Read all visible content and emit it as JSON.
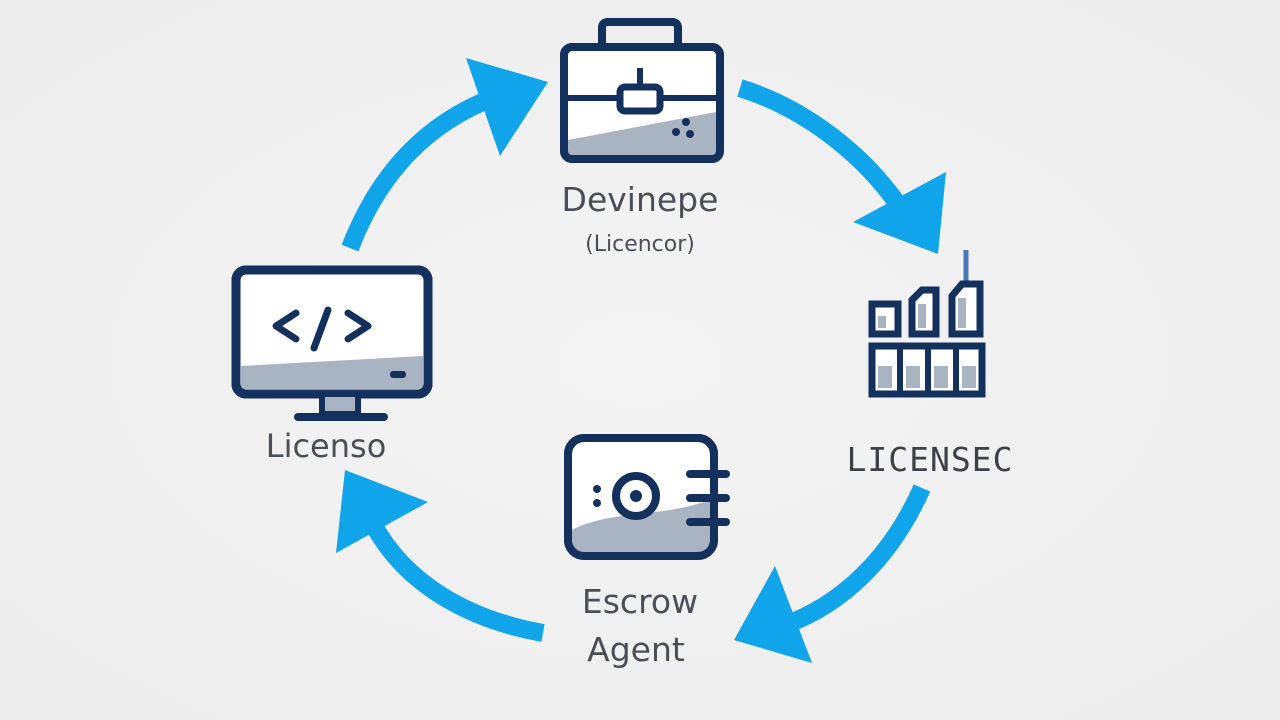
{
  "colors": {
    "arrow": "#10a5ea",
    "icon_stroke": "#13315c",
    "icon_fill": "#a9b4c3",
    "text": "#4a4f57",
    "background": "#efefef"
  },
  "nodes": {
    "top": {
      "icon": "briefcase-icon",
      "title": "Devinepe",
      "subtitle": "(Licencor)"
    },
    "left": {
      "icon": "code-monitor-icon",
      "title": "Licenso"
    },
    "right": {
      "icon": "building-icon",
      "title": "LICENSEC"
    },
    "bottom": {
      "icon": "safe-icon",
      "title_line1": "Escrow",
      "title_line2": "Agent"
    }
  },
  "arrows": [
    {
      "name": "arrow-left-to-top",
      "direction": "clockwise"
    },
    {
      "name": "arrow-top-to-right",
      "direction": "clockwise"
    },
    {
      "name": "arrow-right-to-bottom",
      "direction": "clockwise"
    },
    {
      "name": "arrow-bottom-to-left",
      "direction": "clockwise"
    }
  ]
}
